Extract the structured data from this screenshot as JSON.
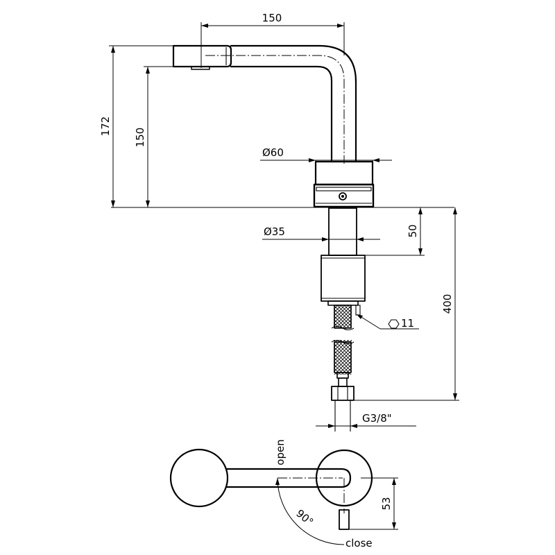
{
  "dimensions": {
    "spout_reach": "150",
    "total_height": "172",
    "spout_height": "150",
    "base_diameter": "Ø60",
    "shank_diameter": "Ø35",
    "shank_length": "50",
    "hose_length": "400",
    "nut_size": "11",
    "hose_thread": "G3/8\"",
    "handle_offset": "53"
  },
  "handle": {
    "open_label": "open",
    "close_label": "close",
    "rotation_angle": "90°"
  }
}
